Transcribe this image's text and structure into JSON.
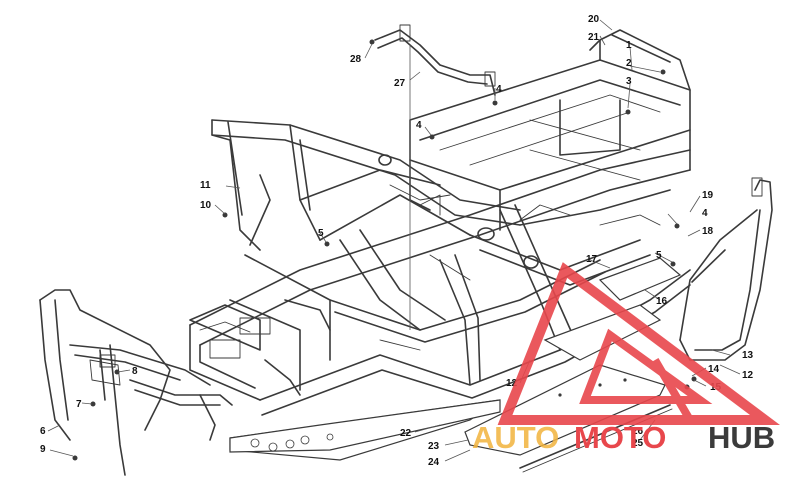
{
  "diagram": {
    "callouts": [
      {
        "id": "c1",
        "label": "1"
      },
      {
        "id": "c2",
        "label": "2"
      },
      {
        "id": "c3",
        "label": "3"
      },
      {
        "id": "c4a",
        "label": "4"
      },
      {
        "id": "c4b",
        "label": "4"
      },
      {
        "id": "c4c",
        "label": "4"
      },
      {
        "id": "c5a",
        "label": "5"
      },
      {
        "id": "c5b",
        "label": "5"
      },
      {
        "id": "c6",
        "label": "6"
      },
      {
        "id": "c7",
        "label": "7"
      },
      {
        "id": "c8",
        "label": "8"
      },
      {
        "id": "c9",
        "label": "9"
      },
      {
        "id": "c10",
        "label": "10"
      },
      {
        "id": "c11",
        "label": "11"
      },
      {
        "id": "c12a",
        "label": "12"
      },
      {
        "id": "c12b",
        "label": "12"
      },
      {
        "id": "c13",
        "label": "13"
      },
      {
        "id": "c14",
        "label": "14"
      },
      {
        "id": "c15",
        "label": "15"
      },
      {
        "id": "c16",
        "label": "16"
      },
      {
        "id": "c17",
        "label": "17"
      },
      {
        "id": "c18",
        "label": "18"
      },
      {
        "id": "c19",
        "label": "19"
      },
      {
        "id": "c20",
        "label": "20"
      },
      {
        "id": "c21",
        "label": "21"
      },
      {
        "id": "c22",
        "label": "22"
      },
      {
        "id": "c23",
        "label": "23"
      },
      {
        "id": "c24",
        "label": "24"
      },
      {
        "id": "c25",
        "label": "25"
      },
      {
        "id": "c26",
        "label": "26"
      },
      {
        "id": "c27",
        "label": "27"
      },
      {
        "id": "c28",
        "label": "28"
      }
    ]
  },
  "watermark": {
    "part1": "AUTO",
    "part2": "MOTO",
    "part3": "HUB",
    "color_primary": "#e8474c",
    "color_accent": "#f2b33d",
    "color_dark": "#3b3b3b"
  }
}
